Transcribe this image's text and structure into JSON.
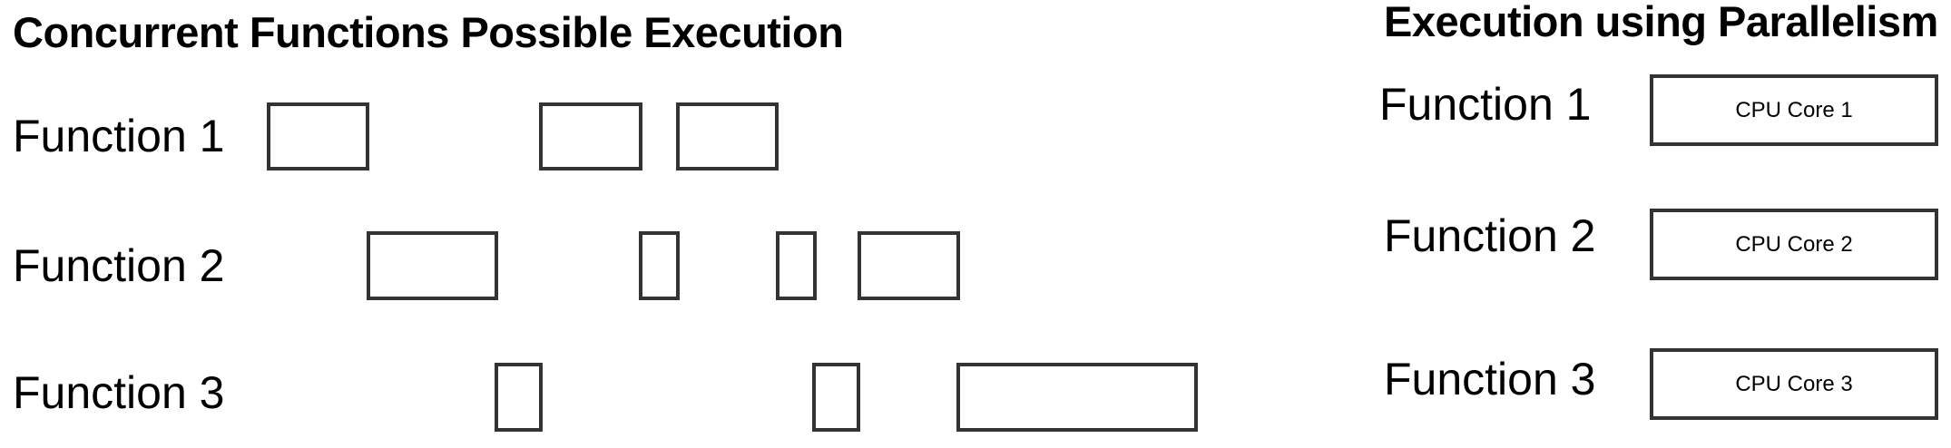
{
  "left_panel": {
    "title": "Concurrent Functions Possible Execution",
    "rows": [
      {
        "label": "Function 1",
        "block_count": 3
      },
      {
        "label": "Function 2",
        "block_count": 4
      },
      {
        "label": "Function 3",
        "block_count": 3
      }
    ]
  },
  "right_panel": {
    "title": "Execution using Parallelism",
    "rows": [
      {
        "label": "Function 1",
        "core": "CPU Core 1"
      },
      {
        "label": "Function 2",
        "core": "CPU Core 2"
      },
      {
        "label": "Function 3",
        "core": "CPU Core 3"
      }
    ]
  },
  "colors": {
    "stroke": "#333333",
    "background": "#ffffff",
    "text": "#000000"
  }
}
